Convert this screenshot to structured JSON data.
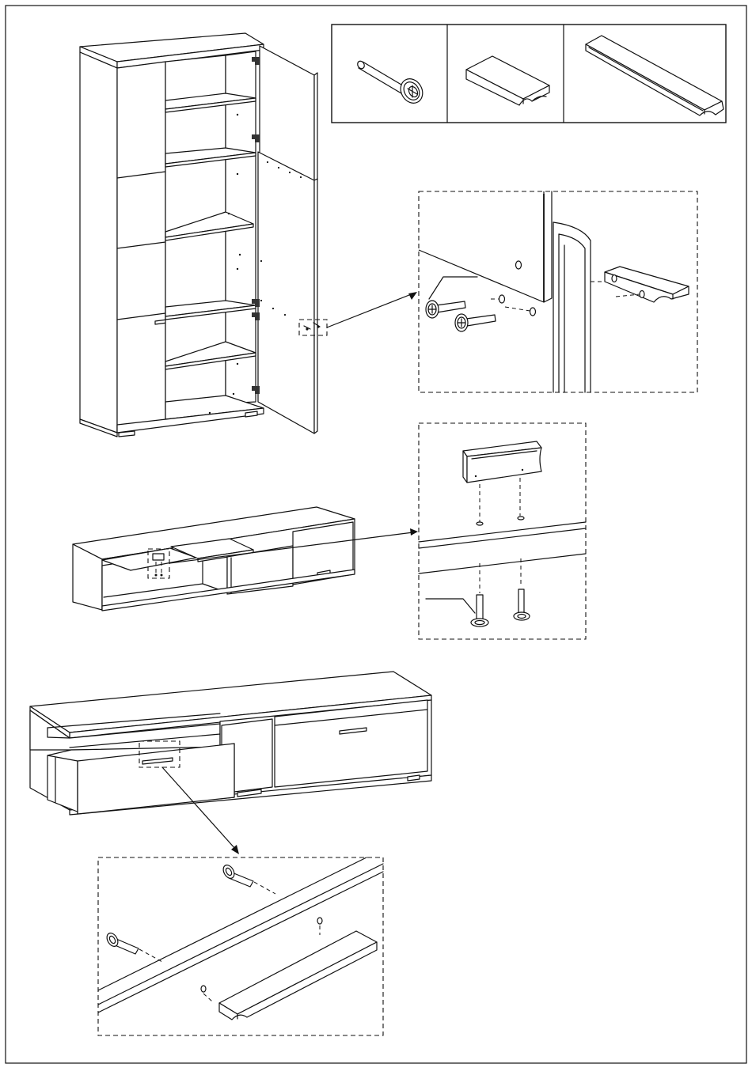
{
  "sheet": {
    "kind": "furniture assembly instruction page",
    "step": "handle mounting",
    "text_labels": []
  },
  "parts_legend": {
    "parts": [
      {
        "icon": "screw-with-washer-icon",
        "label": ""
      },
      {
        "icon": "short-handle-icon",
        "label": ""
      },
      {
        "icon": "long-handle-icon",
        "label": ""
      }
    ]
  },
  "scenes": [
    {
      "name": "tall-cabinet",
      "detail": "door-handle-detail"
    },
    {
      "name": "tv-unit-top-view",
      "detail": "short-handle-top-detail"
    },
    {
      "name": "tv-unit-drawer",
      "detail": "long-handle-drawer-detail"
    }
  ],
  "colors": {
    "line": "#111111",
    "background": "#ffffff",
    "hinge": "#333333"
  }
}
